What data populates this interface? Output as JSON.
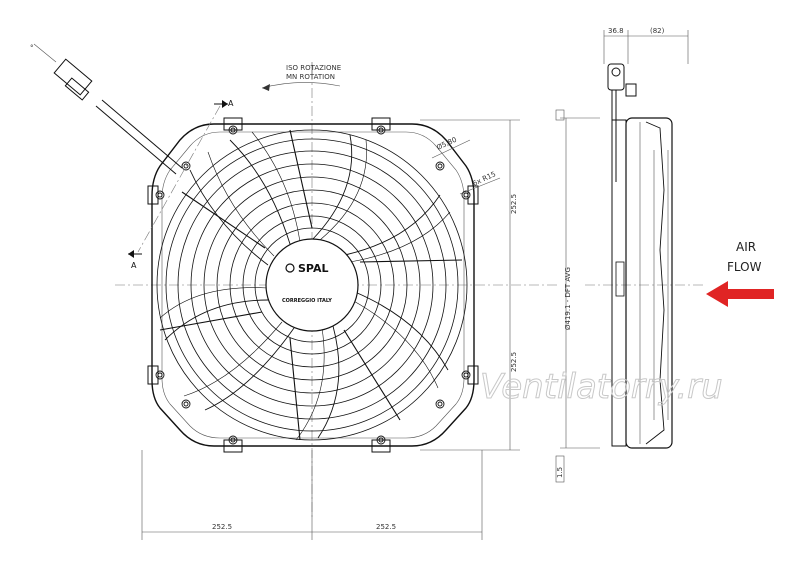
{
  "rotation": {
    "line1": "ISO ROTAZIONE",
    "line2": "MN ROTATION"
  },
  "section_mark": "A",
  "hub": {
    "brand": "SPAL",
    "origin": "CORREGGIO ITALY"
  },
  "dimensions": {
    "hole_dia": "Ø5,80",
    "radius": "6x R15",
    "right_top": "252.5",
    "right_bottom": "252.5",
    "bottom_left": "252.5",
    "bottom_right": "252.5",
    "side_top_left": "36.8",
    "side_top_right": "(82)",
    "side_diameter": "Ø419.1 - DFT AVG",
    "side_ref": "1.5"
  },
  "air_flow": {
    "line1": "AIR",
    "line2": "FLOW",
    "arrow_color": "#e02424"
  },
  "watermark": "Ventilatorry.ru"
}
